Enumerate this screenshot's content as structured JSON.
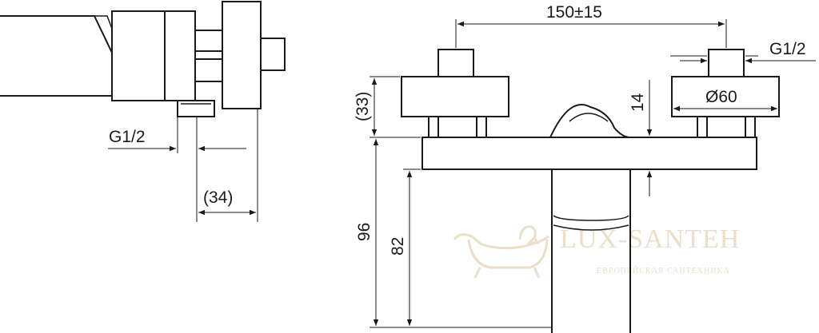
{
  "dimensions": {
    "side_thread": "G1/2",
    "side_depth": "(34)",
    "top_spacing": "150±15",
    "right_thread": "G1/2",
    "flange_diameter": "Ø60",
    "flange_thickness": "14",
    "flange_height": "(33)",
    "total_height": "96",
    "spout_height": "82"
  },
  "watermark": {
    "brand": "LUX-SANTEH",
    "tagline": "ЕВРОПЕЙСКАЯ САНТЕХНИКА",
    "logo_icon": "bathtub-icon",
    "color": "#eadfc9"
  },
  "line_color": "#1a1a1a"
}
